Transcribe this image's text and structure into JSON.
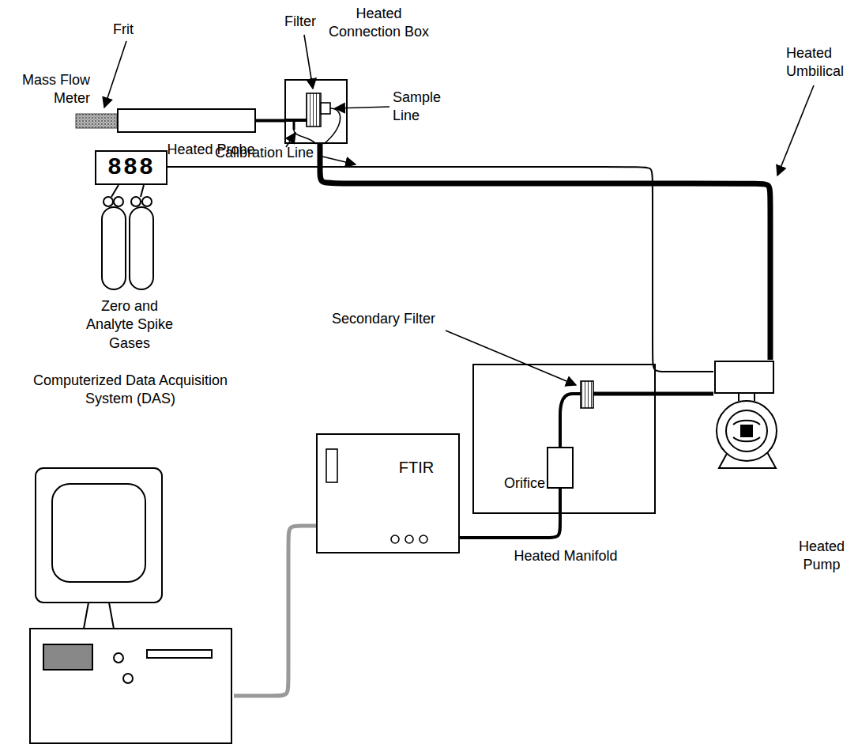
{
  "diagram": {
    "nodes": [
      {
        "text": [
          "Heated Connection Box"
        ]
      },
      {
        "text": [
          "Heated Probe"
        ]
      },
      {
        "text": [
          "Mass Flow Meter",
          "888"
        ]
      },
      {
        "text": [
          "Heated Pump"
        ]
      },
      {
        "text": [
          "Heated Manifold"
        ]
      },
      {
        "text": [
          "Orifice"
        ],
        "in": 4
      },
      {
        "text": [
          "FTIR"
        ]
      },
      {
        "text": [
          "Computerized Data Acquisition System (DAS)"
        ]
      }
    ],
    "edges": [
      {
        "from": 1,
        "to": 0,
        "arrow": "none"
      },
      {
        "from": 0,
        "to": 3,
        "arrow": "none"
      },
      {
        "from": 2,
        "to": 3,
        "arrow": "none"
      },
      {
        "from": 3,
        "to": 4,
        "arrow": "none"
      },
      {
        "from": 5,
        "to": 6,
        "arrow": "none"
      },
      {
        "from": 6,
        "to": 7,
        "arrow": "none"
      }
    ],
    "labels": [
      "Frit",
      "Filter",
      "Sample Line",
      "Calibration Line",
      "Heated Umbilical",
      "Zero and Analyte Spike Gases",
      "Secondary Filter"
    ]
  }
}
